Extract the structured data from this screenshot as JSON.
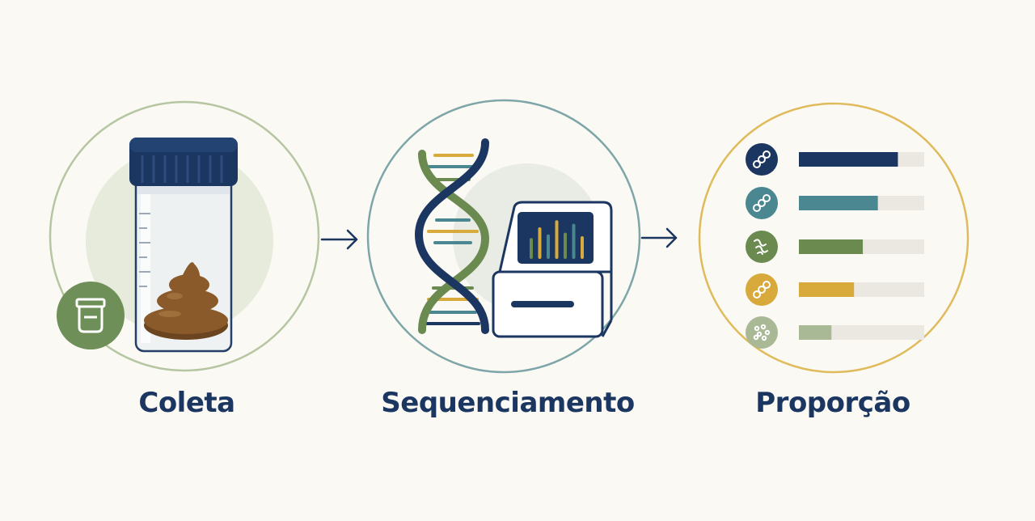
{
  "steps": [
    {
      "label": "Coleta",
      "icon": "specimen-jar-icon",
      "accent": "#6e8f58"
    },
    {
      "label": "Sequenciamento",
      "icon": "dna-sequencer-icon",
      "accent": "#5f8f96"
    },
    {
      "label": "Proporção",
      "icon": "bar-proportion-icon",
      "accent": "#e0bb5c"
    }
  ],
  "proportions": [
    {
      "icon": "bacteria-chain-icon",
      "color": "#1b3661",
      "value": 0.79
    },
    {
      "icon": "bacteria-chain-icon",
      "color": "#4a8791",
      "value": 0.63
    },
    {
      "icon": "bacteria-spiral-icon",
      "color": "#6a8a50",
      "value": 0.51
    },
    {
      "icon": "bacteria-chain-icon",
      "color": "#d8a93b",
      "value": 0.44
    },
    {
      "icon": "bacteria-cocci-icon",
      "color": "#a9b996",
      "value": 0.26
    }
  ],
  "sequencer_bars": [
    0.45,
    0.75,
    0.55,
    0.95,
    0.6,
    0.85,
    0.5
  ]
}
